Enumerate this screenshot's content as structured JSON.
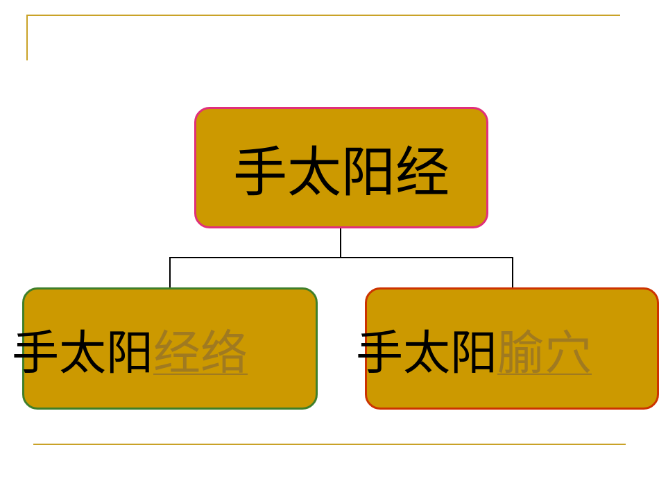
{
  "diagram": {
    "root": {
      "label": "手太阳经"
    },
    "children": [
      {
        "prefix": "手太阳",
        "link_text": "经络"
      },
      {
        "prefix": "手太阳",
        "link_text": "腧穴"
      }
    ]
  },
  "colors": {
    "box_fill": "#cc9900",
    "root_border": "#e0307a",
    "left_border": "#3f7f2a",
    "right_border": "#cc3300",
    "decor_line": "#c9a227",
    "link_text": "#a07a20"
  }
}
